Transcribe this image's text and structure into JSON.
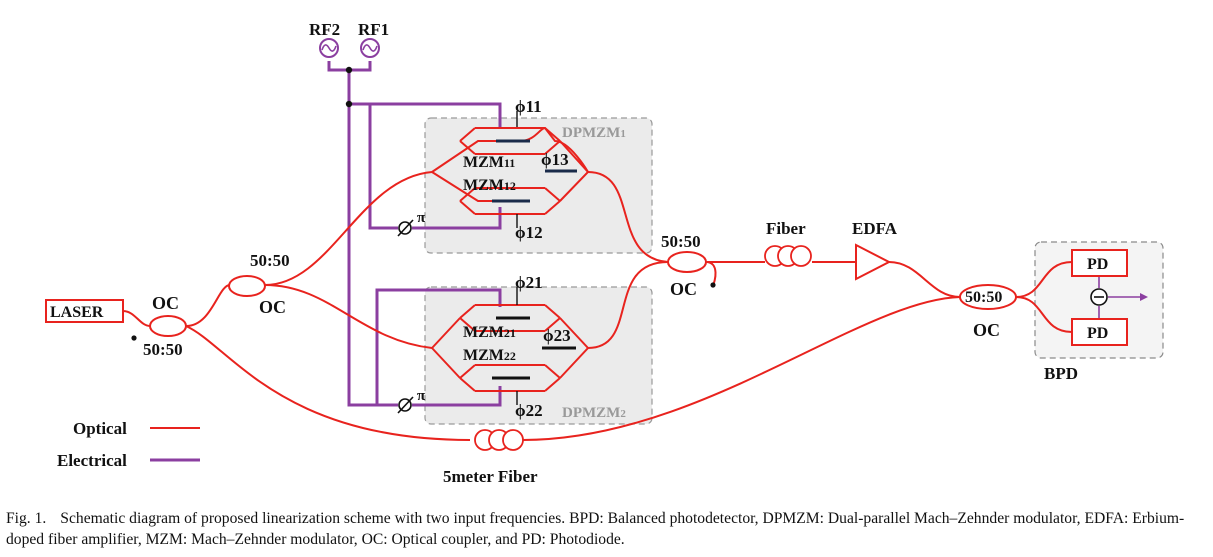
{
  "labels": {
    "rf2": "RF2",
    "rf1": "RF1",
    "laser": "LASER",
    "oc": "OC",
    "ratio": "50:50",
    "dpmzm1": "DPMZM",
    "dpmzm1_sub": "1",
    "dpmzm2": "DPMZM",
    "dpmzm2_sub": "2",
    "mzm": "MZM",
    "sub11": "11",
    "sub12": "12",
    "sub21": "21",
    "sub22": "22",
    "phi11": "ϕ11",
    "phi12": "ϕ12",
    "phi13": "ϕ13",
    "phi21": "ϕ21",
    "phi22": "ϕ22",
    "phi23": "ϕ23",
    "pi": "π",
    "fiber": "Fiber",
    "edfa": "EDFA",
    "pd": "PD",
    "bpd": "BPD",
    "fiber5m": "5meter Fiber",
    "legend_optical": "Optical",
    "legend_electrical": "Electrical"
  },
  "colors": {
    "optical": "#e8231e",
    "electrical": "#8b3fa0",
    "module_bg": "#ebebeb"
  },
  "caption": {
    "fig": "Fig. 1.",
    "text": "Schematic diagram of proposed linearization scheme with two input frequencies. BPD: Balanced photodetector, DPMZM: Dual-parallel Mach–Zehnder modulator, EDFA: Erbium-doped fiber amplifier, MZM: Mach–Zehnder modulator, OC: Optical coupler, and PD: Photodiode."
  }
}
